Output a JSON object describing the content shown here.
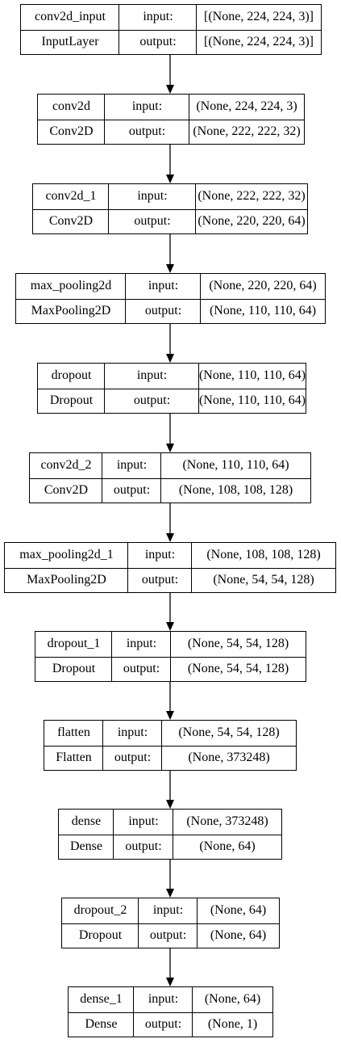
{
  "layers": [
    {
      "name": "conv2d_input",
      "type": "InputLayer",
      "in_label": "input:",
      "out_label": "output:",
      "input": "[(None, 224, 224, 3)]",
      "output": "[(None, 224, 224, 3)]"
    },
    {
      "name": "conv2d",
      "type": "Conv2D",
      "in_label": "input:",
      "out_label": "output:",
      "input": "(None, 224, 224, 3)",
      "output": "(None, 222, 222, 32)"
    },
    {
      "name": "conv2d_1",
      "type": "Conv2D",
      "in_label": "input:",
      "out_label": "output:",
      "input": "(None, 222, 222, 32)",
      "output": "(None, 220, 220, 64)"
    },
    {
      "name": "max_pooling2d",
      "type": "MaxPooling2D",
      "in_label": "input:",
      "out_label": "output:",
      "input": "(None, 220, 220, 64)",
      "output": "(None, 110, 110, 64)"
    },
    {
      "name": "dropout",
      "type": "Dropout",
      "in_label": "input:",
      "out_label": "output:",
      "input": "(None, 110, 110, 64)",
      "output": "(None, 110, 110, 64)"
    },
    {
      "name": "conv2d_2",
      "type": "Conv2D",
      "in_label": "input:",
      "out_label": "output:",
      "input": "(None, 110, 110, 64)",
      "output": "(None, 108, 108, 128)"
    },
    {
      "name": "max_pooling2d_1",
      "type": "MaxPooling2D",
      "in_label": "input:",
      "out_label": "output:",
      "input": "(None, 108, 108, 128)",
      "output": "(None, 54, 54, 128)"
    },
    {
      "name": "dropout_1",
      "type": "Dropout",
      "in_label": "input:",
      "out_label": "output:",
      "input": "(None, 54, 54, 128)",
      "output": "(None, 54, 54, 128)"
    },
    {
      "name": "flatten",
      "type": "Flatten",
      "in_label": "input:",
      "out_label": "output:",
      "input": "(None, 54, 54, 128)",
      "output": "(None, 373248)"
    },
    {
      "name": "dense",
      "type": "Dense",
      "in_label": "input:",
      "out_label": "output:",
      "input": "(None, 373248)",
      "output": "(None, 64)"
    },
    {
      "name": "dropout_2",
      "type": "Dropout",
      "in_label": "input:",
      "out_label": "output:",
      "input": "(None, 64)",
      "output": "(None, 64)"
    },
    {
      "name": "dense_1",
      "type": "Dense",
      "in_label": "input:",
      "out_label": "output:",
      "input": "(None, 64)",
      "output": "(None, 1)"
    }
  ],
  "colors": {
    "line": "#000000",
    "background": "#ffffff"
  }
}
